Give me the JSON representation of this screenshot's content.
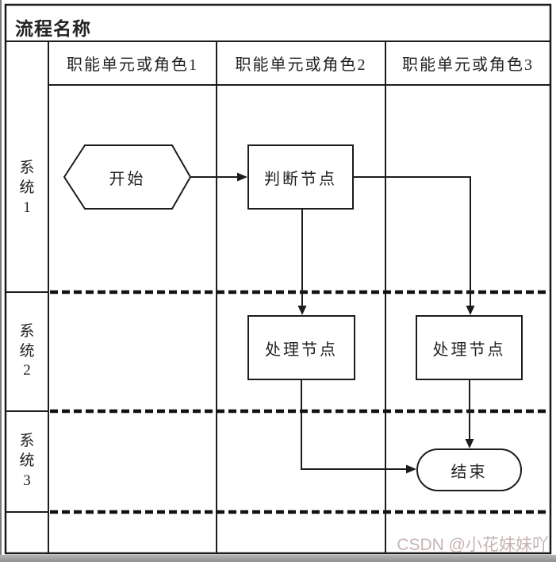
{
  "window": {
    "title": "流程名称",
    "watermark": "CSDN @小花妹妹吖"
  },
  "lanes": {
    "columns": [
      {
        "label": "职能单元或角色1"
      },
      {
        "label": "职能单元或角色2"
      },
      {
        "label": "职能单元或角色3"
      }
    ],
    "rows": [
      {
        "label": "系统1"
      },
      {
        "label": "系统2"
      },
      {
        "label": "系统3"
      }
    ]
  },
  "nodes": {
    "start": {
      "label": "开始",
      "shape": "hexagon",
      "lane_row": "系统1",
      "lane_column": "职能单元或角色1"
    },
    "decision": {
      "label": "判断节点",
      "shape": "rectangle",
      "lane_row": "系统1",
      "lane_column": "职能单元或角色2"
    },
    "process_col2": {
      "label": "处理节点",
      "shape": "rectangle",
      "lane_row": "系统2",
      "lane_column": "职能单元或角色2"
    },
    "process_col3": {
      "label": "处理节点",
      "shape": "rectangle",
      "lane_row": "系统2",
      "lane_column": "职能单元或角色3"
    },
    "end": {
      "label": "结束",
      "shape": "stadium",
      "lane_row": "系统3",
      "lane_column": "职能单元或角色3"
    }
  },
  "edges": [
    {
      "from": "start",
      "to": "decision"
    },
    {
      "from": "decision",
      "to": "process_col2"
    },
    {
      "from": "decision",
      "to": "process_col3"
    },
    {
      "from": "process_col2",
      "to": "end"
    },
    {
      "from": "process_col3",
      "to": "end"
    }
  ],
  "colors": {
    "line": "#1c1c1c",
    "text": "#222222",
    "watermark": "#c6b3b3",
    "bottom_bar": "#8f8f8f",
    "screen_edge": "#7a7a7a",
    "background": "#ffffff"
  }
}
